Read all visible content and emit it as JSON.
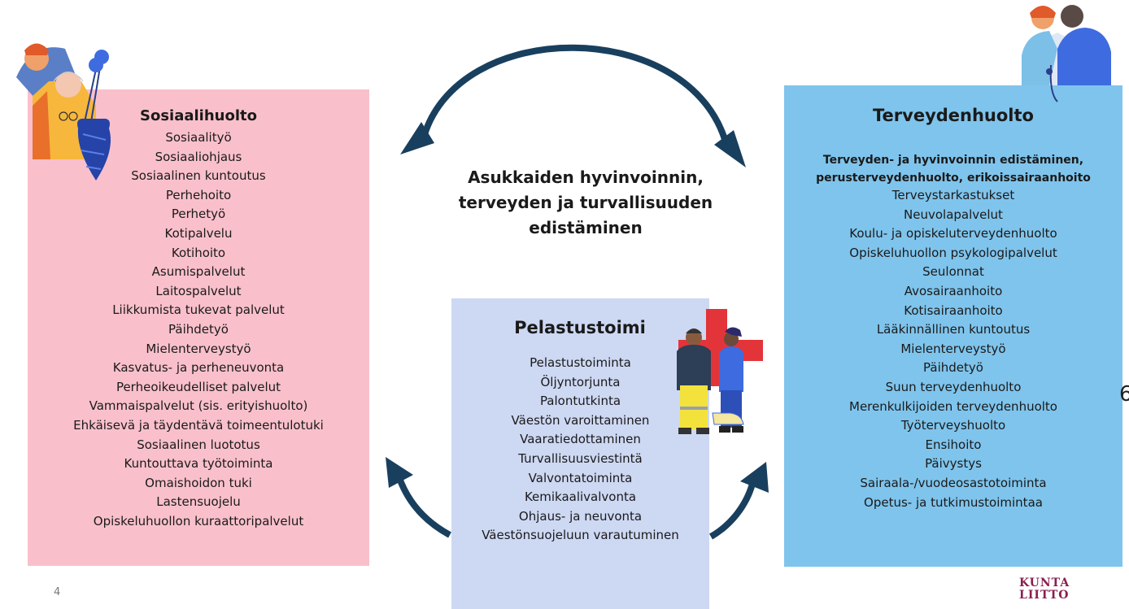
{
  "center_text": [
    "Asukkaiden hyvinvoinnin,",
    "terveyden ja turvallisuuden",
    "edistäminen"
  ],
  "sosiaalihuolto": {
    "title": "Sosiaalihuolto",
    "items": [
      "Sosiaalityö",
      "Sosiaaliohjaus",
      "Sosiaalinen kuntoutus",
      "Perhehoito",
      "Perhetyö",
      "Kotipalvelu",
      "Kotihoito",
      "Asumispalvelut",
      "Laitospalvelut",
      "Liikkumista tukevat palvelut",
      "Päihdetyö",
      "Mielenterveystyö",
      "Kasvatus- ja perheneuvonta",
      "Perheoikeudelliset palvelut",
      "Vammaispalvelut (sis. erityishuolto)",
      "Ehkäisevä ja täydentävä toimeentulotuki",
      "Sosiaalinen luototus",
      "Kuntouttava työtoiminta",
      "Omaishoidon tuki",
      "Lastensuojelu",
      "Opiskeluhuollon kuraattoripalvelut"
    ]
  },
  "terveydenhuolto": {
    "title": "Terveydenhuolto",
    "subtitle": [
      "Terveyden- ja hyvinvoinnin edistäminen,",
      "perusterveydenhuolto, erikoissairaanhoito"
    ],
    "items": [
      "Terveystarkastukset",
      "Neuvolapalvelut",
      "Koulu- ja opiskeluterveydenhuolto",
      "Opiskeluhuollon psykologipalvelut",
      "Seulonnat",
      "Avosairaanhoito",
      "Kotisairaanhoito",
      "Lääkinnällinen kuntoutus",
      "Mielenterveystyö",
      "Päihdetyö",
      "Suun terveydenhuolto",
      "Merenkulkijoiden terveydenhuolto",
      "Työterveyshuolto",
      "Ensihoito",
      "Päivystys",
      "Sairaala-/vuodeosastotoiminta",
      "Opetus- ja tutkimustoimintaa"
    ]
  },
  "pelastustoimi": {
    "title": "Pelastustoimi",
    "items": [
      "Pelastustoiminta",
      "Öljyntorjunta",
      "Palontutkinta",
      "Väestön varoittaminen",
      "Vaaratiedottaminen",
      "Turvallisuusviestintä",
      "Valvontatoiminta",
      "Kemikaalivalvonta",
      "Ohjaus- ja neuvonta",
      "Väestönsuojeluun varautuminen"
    ]
  },
  "page_number": "4",
  "edge_glyph": "6",
  "logo": [
    "KUNTA",
    "LIITTO"
  ],
  "colors": {
    "social": "#f9c0cb",
    "health": "#7fc4ec",
    "rescue": "#cdd8f3",
    "arrow": "#193f5e",
    "logo": "#8a1f4f"
  },
  "illustrations": [
    "elderly-care-illustration",
    "doctor-patient-illustration",
    "rescue-workers-illustration"
  ]
}
